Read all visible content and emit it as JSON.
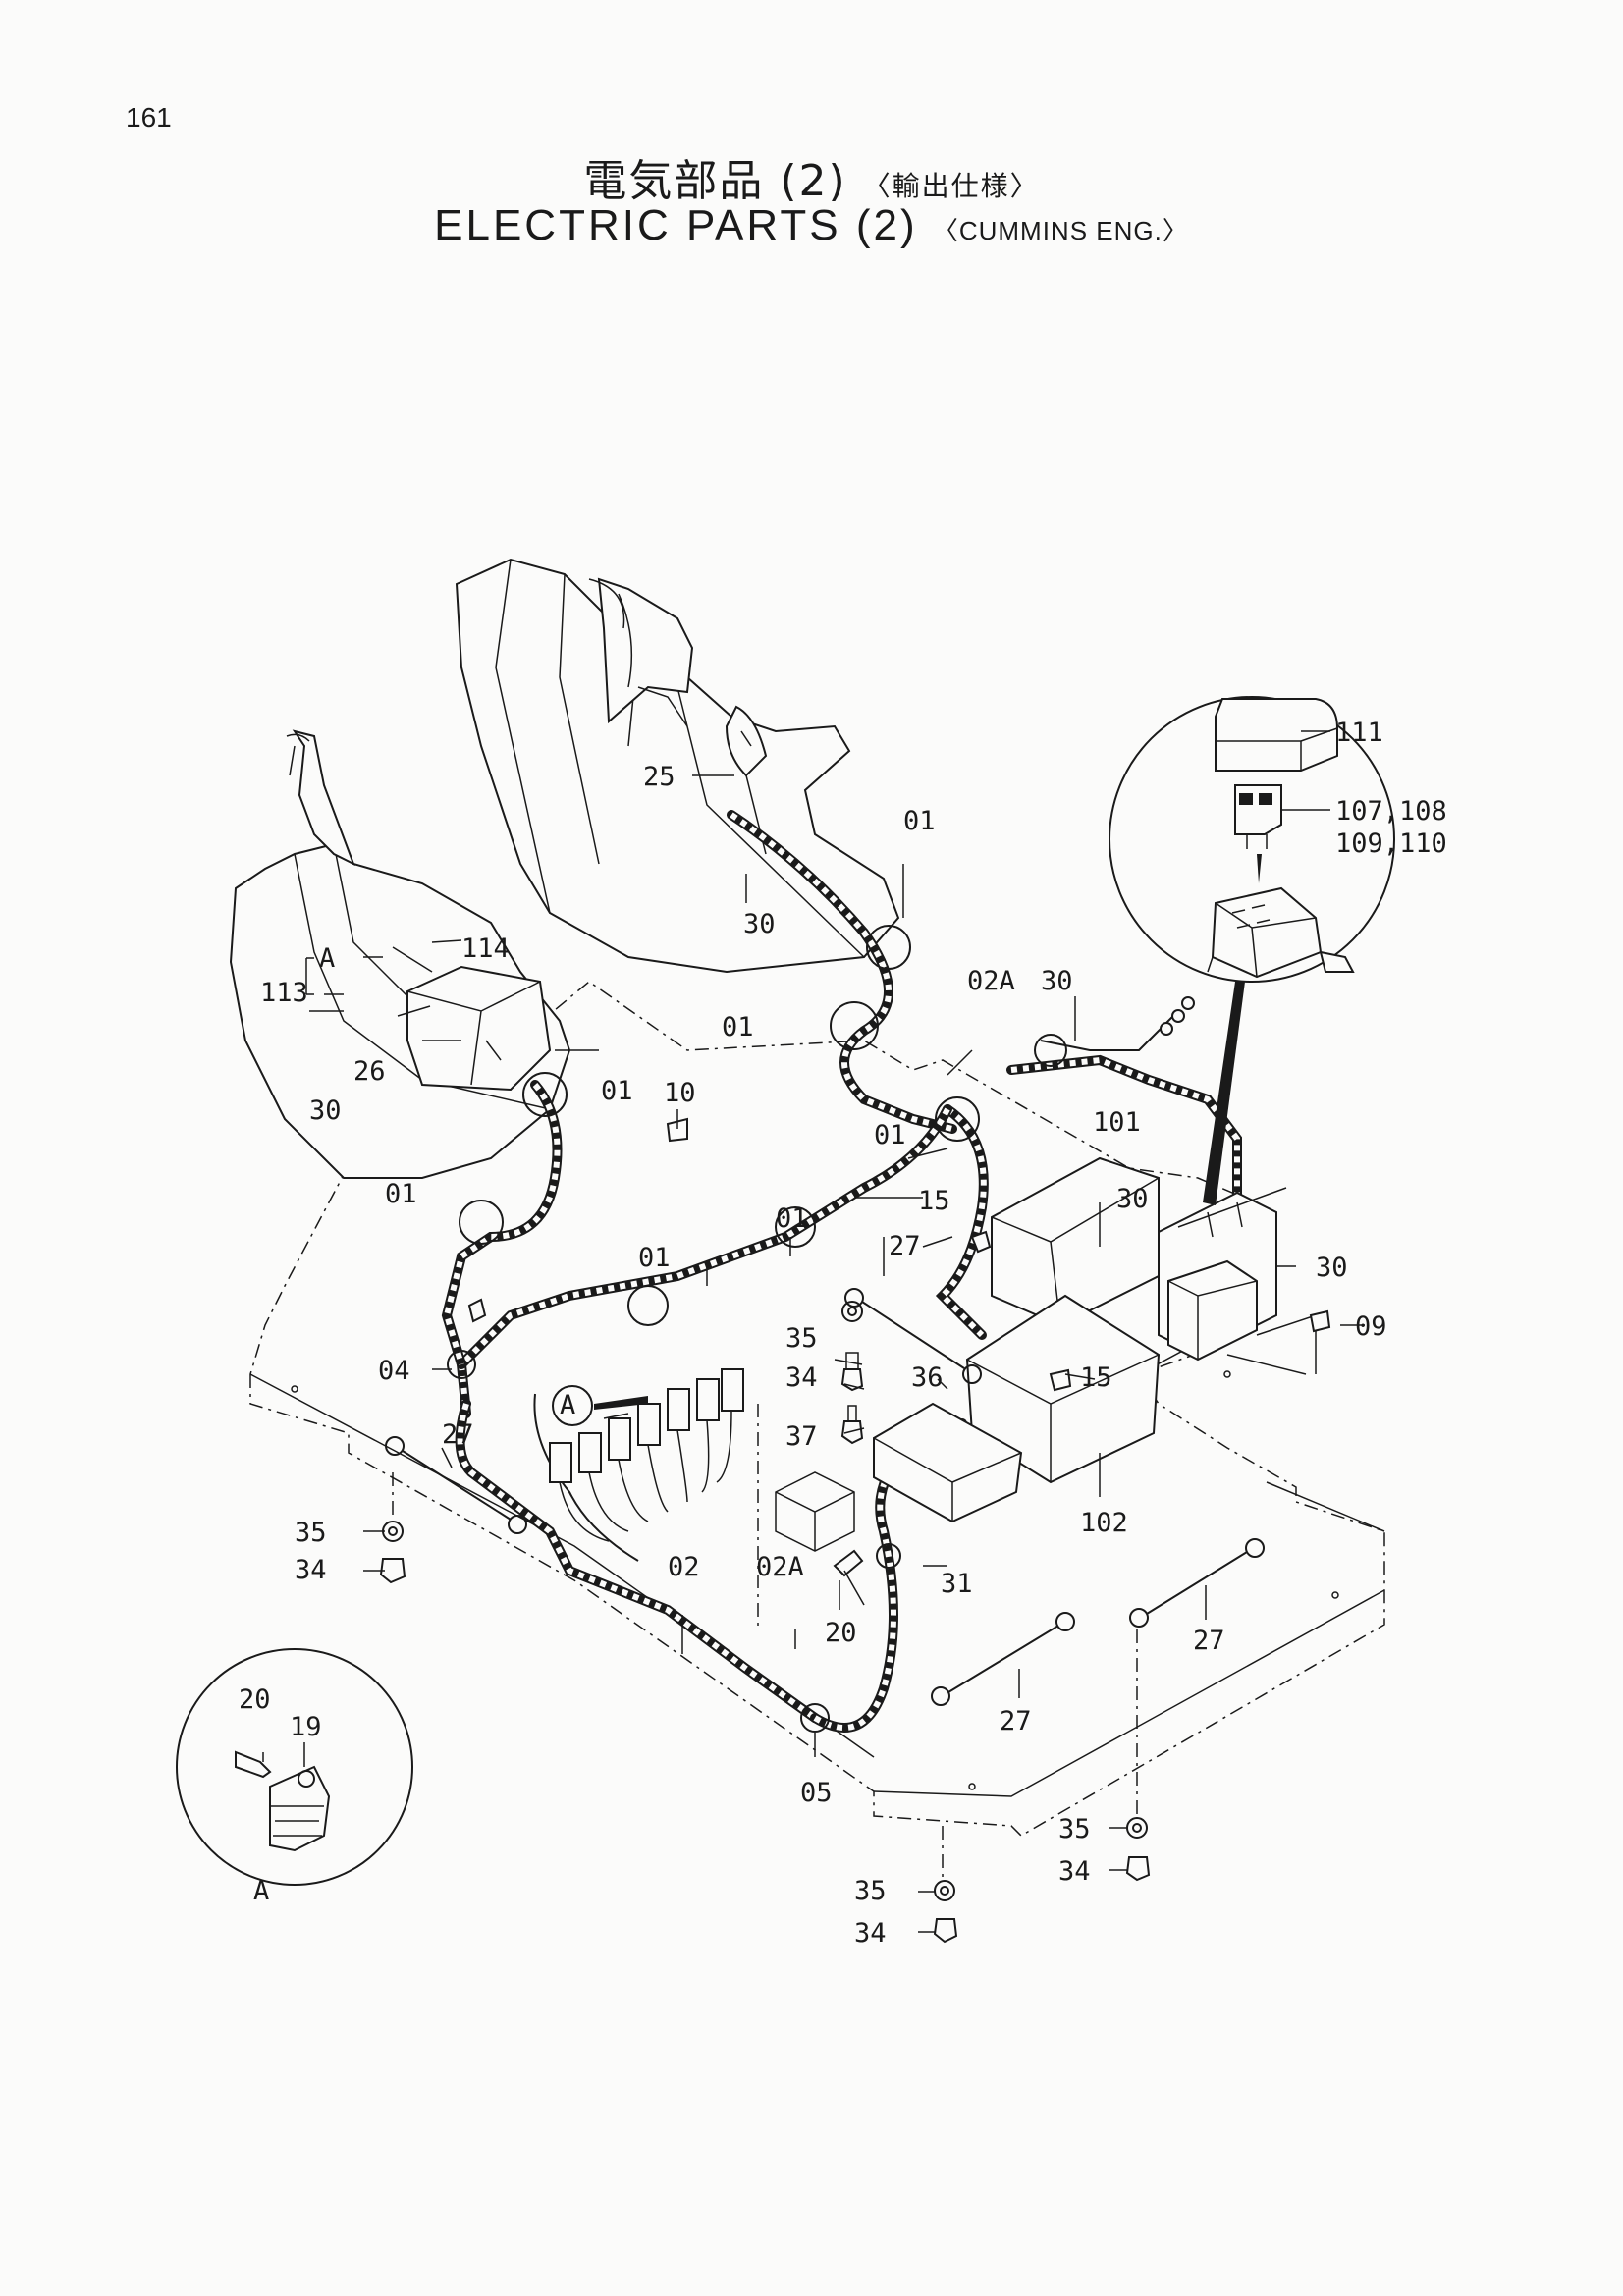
{
  "page_number": "161",
  "title_jp": "電気部品 (2)",
  "title_jp_sub": "〈輸出仕様〉",
  "title_en": "ELECTRIC PARTS (2)",
  "title_en_sub": "〈CUMMINS ENG.〉",
  "callouts": {
    "c111": "111",
    "c107": "107,108",
    "c109": "109,110",
    "c25": "25",
    "c01a": "01",
    "c30a": "30",
    "c114": "114",
    "cA1": "A",
    "c113": "113",
    "c02Aa": "02A",
    "c30b": "30",
    "c01b": "01",
    "c26": "26",
    "c30c": "30",
    "c01c": "01",
    "c10": "10",
    "c01d": "01",
    "c101": "101",
    "c01e": "01",
    "c15a": "15",
    "c01f": "01",
    "c30d": "30",
    "c30e": "30",
    "c01g": "01",
    "c27a": "27",
    "c09": "09",
    "c35a": "35",
    "c04": "04",
    "c34a": "34",
    "c36": "36",
    "c15b": "15",
    "cA2": "A",
    "c37": "37",
    "c27b": "27",
    "c102": "102",
    "c35b": "35",
    "c34b": "34",
    "c02": "02",
    "c02Ab": "02A",
    "c31": "31",
    "c20a": "20",
    "c27c": "27",
    "c27d": "27",
    "c20b": "20",
    "c19": "19",
    "c05": "05",
    "cA3": "A",
    "c35c": "35",
    "c34c": "34",
    "c35d": "35",
    "c34d": "34"
  }
}
